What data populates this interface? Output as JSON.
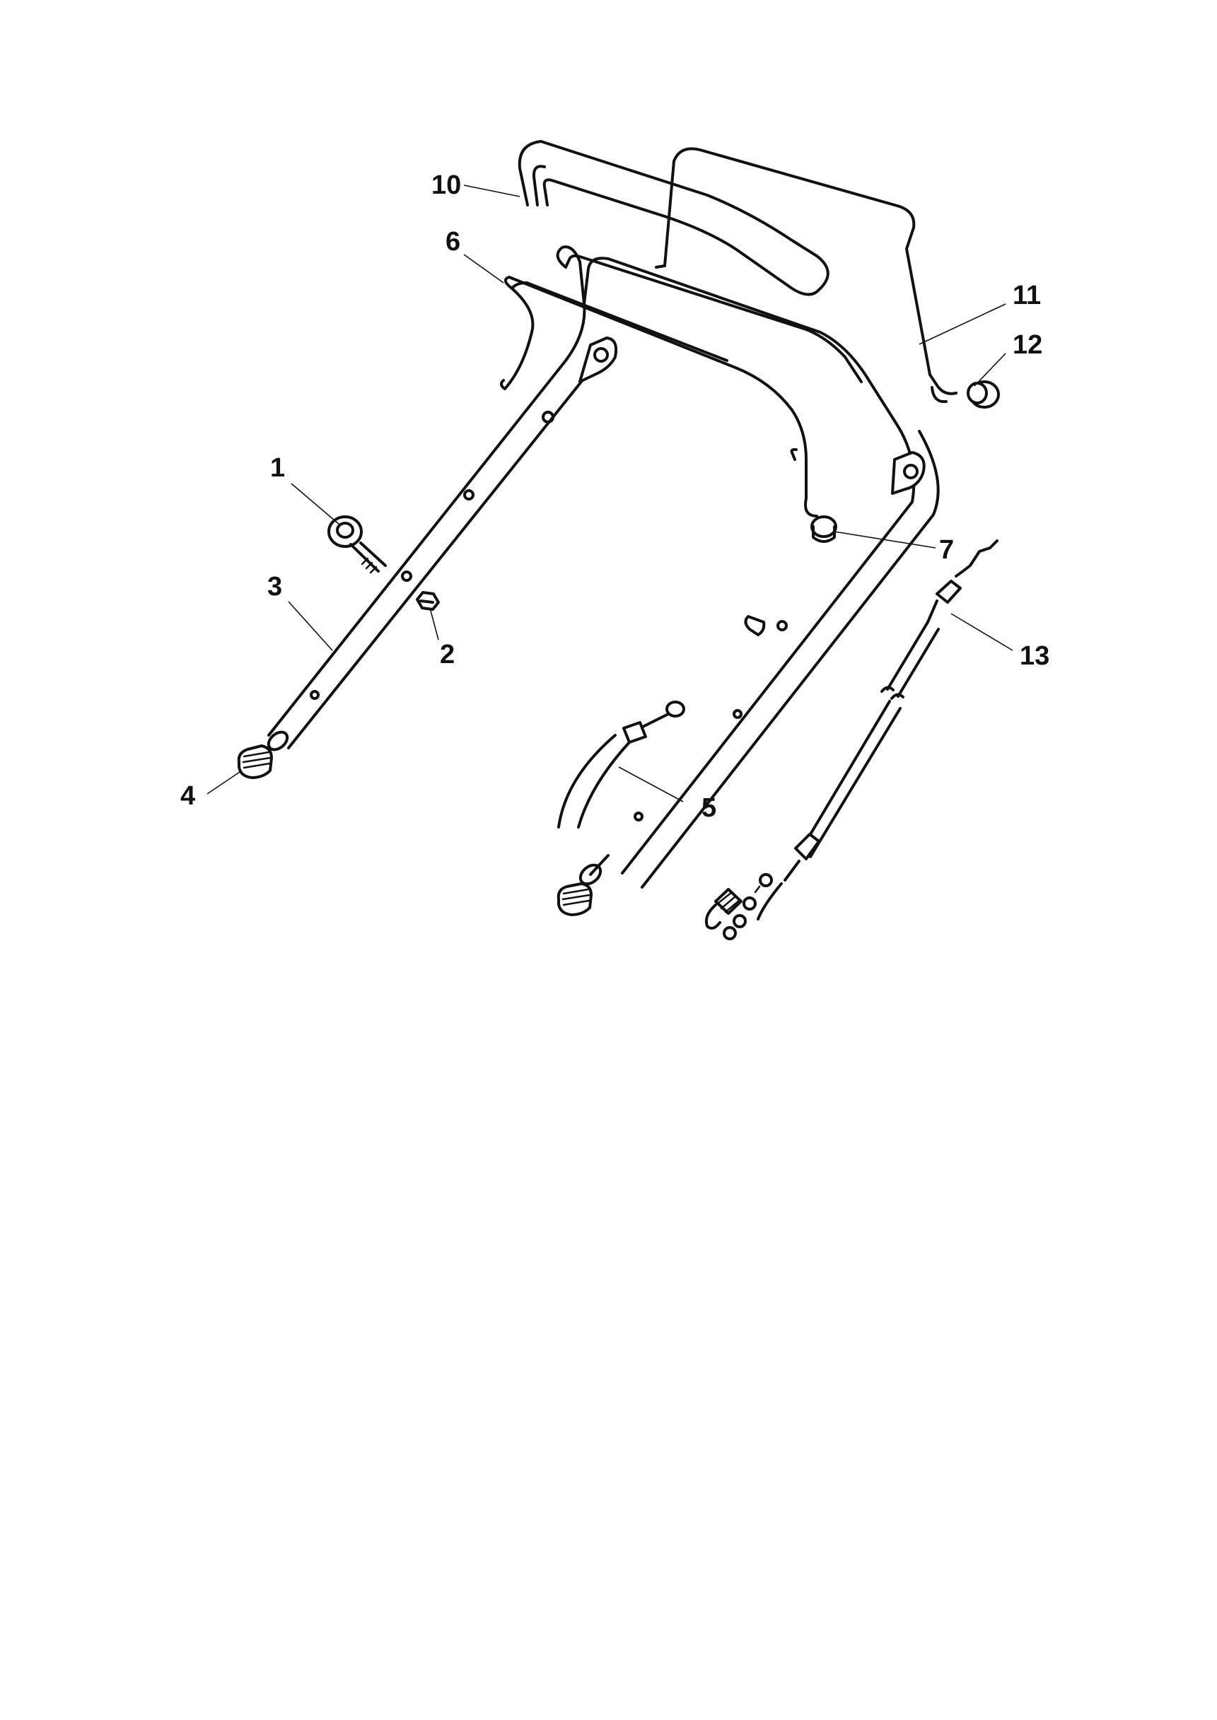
{
  "callouts": [
    {
      "id": "1",
      "label": "1"
    },
    {
      "id": "2",
      "label": "2"
    },
    {
      "id": "3",
      "label": "3"
    },
    {
      "id": "4",
      "label": "4"
    },
    {
      "id": "5",
      "label": "5"
    },
    {
      "id": "6",
      "label": "6"
    },
    {
      "id": "7",
      "label": "7"
    },
    {
      "id": "10",
      "label": "10"
    },
    {
      "id": "11",
      "label": "11"
    },
    {
      "id": "12",
      "label": "12"
    },
    {
      "id": "13",
      "label": "13"
    }
  ],
  "colors": {
    "line": "#111111",
    "background": "#ffffff"
  }
}
